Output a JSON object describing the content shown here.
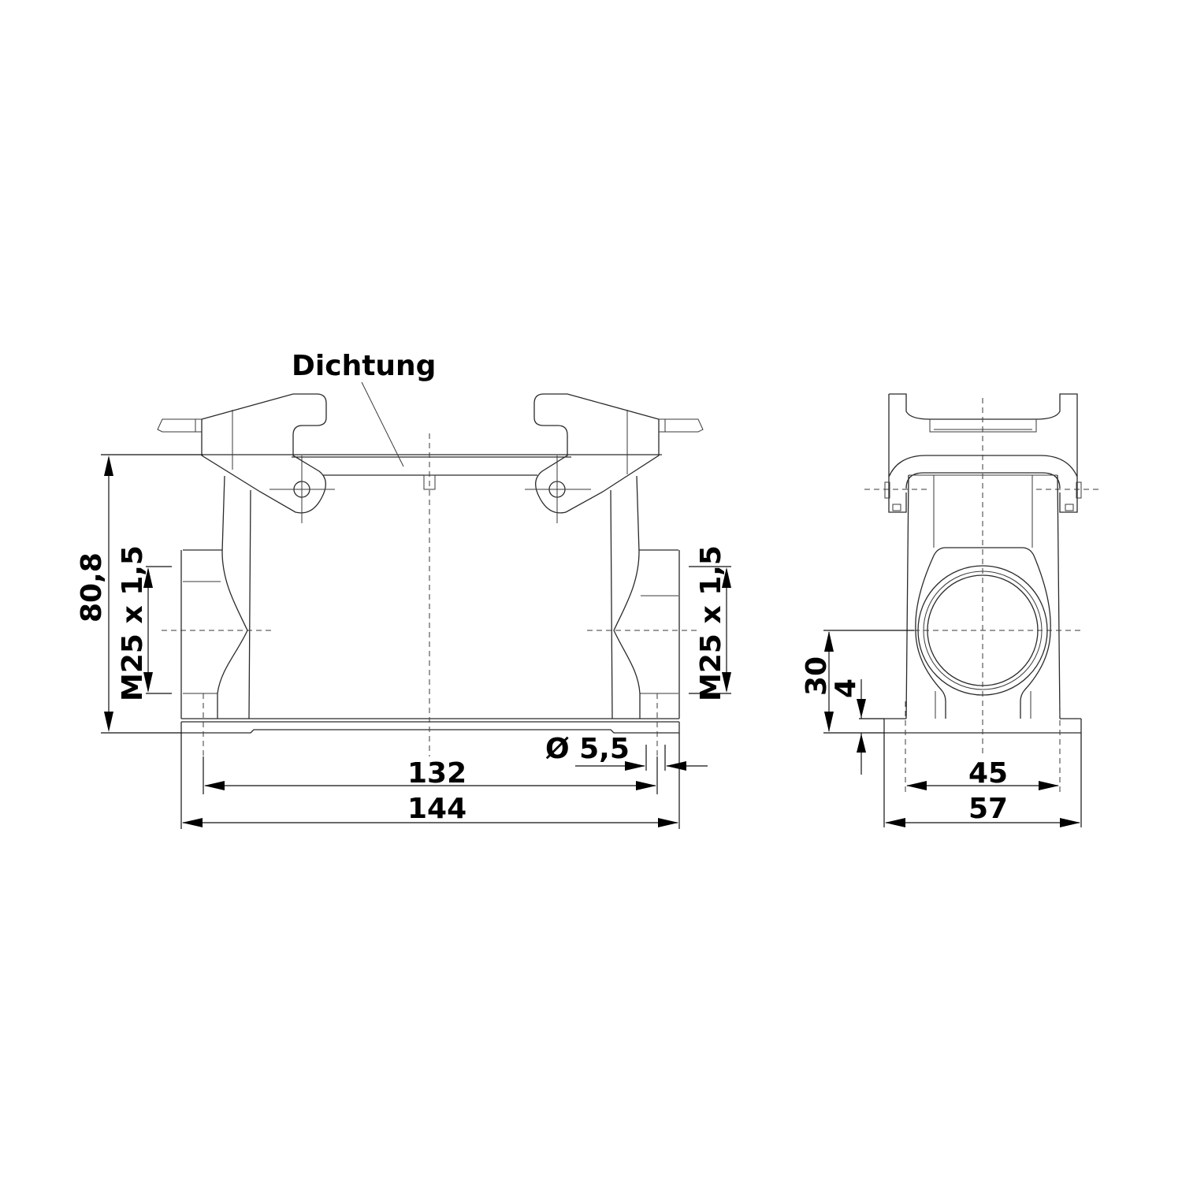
{
  "drawing": {
    "front_view": {
      "callout_label": "Dichtung",
      "height_dim": "80,8",
      "thread_left": "M25 x 1,5",
      "thread_right": "M25 x 1,5",
      "hole_diameter": "Ø 5,5",
      "hole_spacing": "132",
      "overall_length": "144"
    },
    "side_view": {
      "axis_height": "30",
      "base_thickness": "4",
      "hole_spacing": "45",
      "overall_width": "57"
    },
    "colors": {
      "line": "#2a2a2a",
      "text": "#000000",
      "background": "#ffffff"
    }
  }
}
